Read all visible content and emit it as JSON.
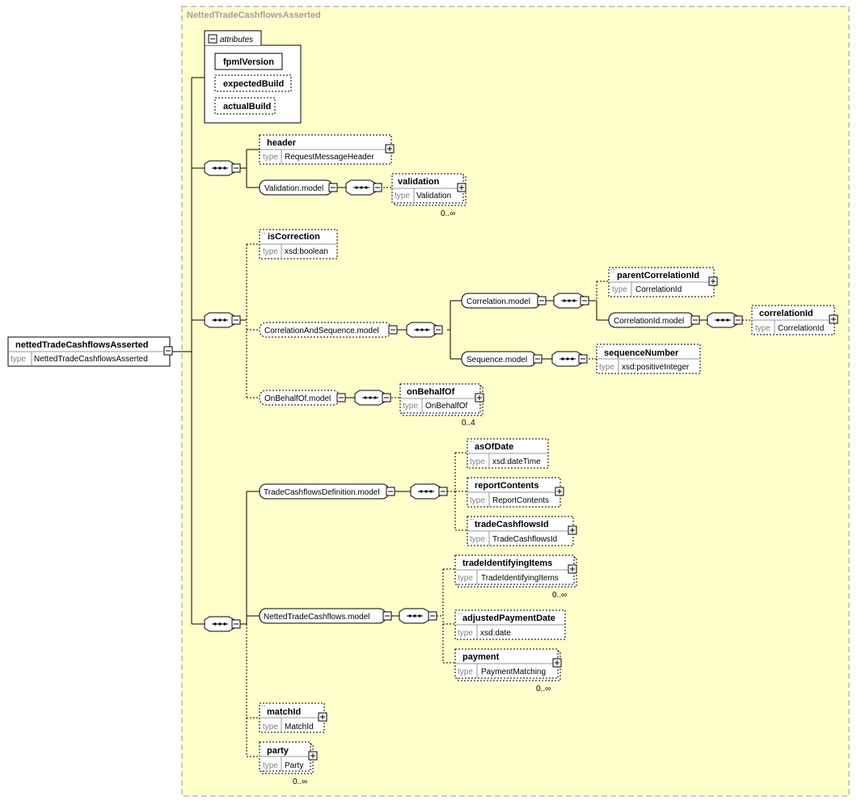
{
  "container_title": "NettedTradeCashflowsAsserted",
  "type_label": "type",
  "root": {
    "name": "nettedTradeCashflowsAsserted",
    "type": "NettedTradeCashflowsAsserted"
  },
  "attributes": {
    "label": "attributes",
    "items": [
      "fpmlVersion",
      "expectedBuild",
      "actualBuild"
    ]
  },
  "elements": {
    "header": {
      "name": "header",
      "type": "RequestMessageHeader"
    },
    "validation": {
      "name": "validation",
      "type": "Validation",
      "card": "0..∞"
    },
    "isCorrection": {
      "name": "isCorrection",
      "type": "xsd:boolean"
    },
    "parentCorrelationId": {
      "name": "parentCorrelationId",
      "type": "CorrelationId"
    },
    "correlationId": {
      "name": "correlationId",
      "type": "CorrelationId"
    },
    "sequenceNumber": {
      "name": "sequenceNumber",
      "type": "xsd:positiveInteger"
    },
    "onBehalfOf": {
      "name": "onBehalfOf",
      "type": "OnBehalfOf",
      "card": "0..4"
    },
    "asOfDate": {
      "name": "asOfDate",
      "type": "xsd:dateTime"
    },
    "reportContents": {
      "name": "reportContents",
      "type": "ReportContents"
    },
    "tradeCashflowsId": {
      "name": "tradeCashflowsId",
      "type": "TradeCashflowsId"
    },
    "tradeIdentifyingItems": {
      "name": "tradeIdentifyingItems",
      "type": "TradeIdentifyingItems",
      "card": "0..∞"
    },
    "adjustedPaymentDate": {
      "name": "adjustedPaymentDate",
      "type": "xsd:date"
    },
    "payment": {
      "name": "payment",
      "type": "PaymentMatching",
      "card": "0..∞"
    },
    "matchId": {
      "name": "matchId",
      "type": "MatchId"
    },
    "party": {
      "name": "party",
      "type": "Party",
      "card": "0..∞"
    }
  },
  "models": {
    "validation": "Validation.model",
    "correlationAndSequence": "CorrelationAndSequence.model",
    "correlation": "Correlation.model",
    "correlationId": "CorrelationId.model",
    "sequence": "Sequence.model",
    "onBehalfOf": "OnBehalfOf.model",
    "tradeCashflowsDefinition": "TradeCashflowsDefinition.model",
    "nettedTradeCashflows": "NettedTradeCashflows.model"
  }
}
